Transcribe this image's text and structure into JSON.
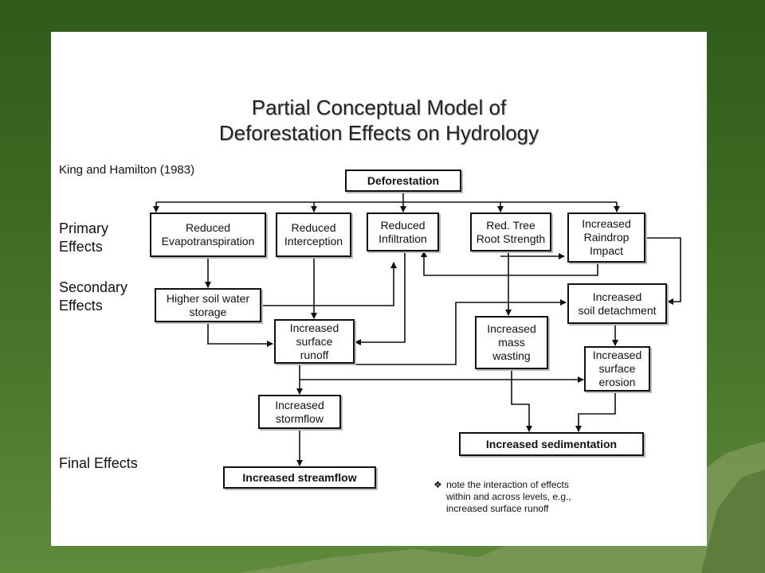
{
  "title": {
    "line1": "Partial Conceptual Model of",
    "line2": "Deforestation Effects on Hydrology"
  },
  "citation": "King and Hamilton (1983)",
  "levels": {
    "primary": "Primary\nEffects",
    "secondary": "Secondary\nEffects",
    "final": "Final Effects"
  },
  "nodes": {
    "deforestation": "Deforestation",
    "reduced_evapotranspiration": "Reduced\nEvapotranspiration",
    "reduced_interception": "Reduced\nInterception",
    "reduced_infiltration": "Reduced\nInfiltration",
    "red_tree_root_strength": "Red. Tree\nRoot Strength",
    "increased_raindrop_impact": "Increased\nRaindrop\nImpact",
    "higher_soil_water_storage": "Higher soil water\nstorage",
    "increased_surface_runoff": "Increased\nsurface\nrunoff",
    "increased_soil_detachment": "Increased\nsoil detachment",
    "increased_mass_wasting": "Increased\nmass\nwasting",
    "increased_surface_erosion": "Increased\nsurface\nerosion",
    "increased_stormflow": "Increased\nstormflow",
    "increased_sedimentation": "Increased sedimentation",
    "increased_streamflow": "Increased streamflow"
  },
  "note": {
    "bullet": "❖",
    "text": "note the interaction of effects\nwithin and across levels, e.g.,\nincreased surface runoff"
  }
}
